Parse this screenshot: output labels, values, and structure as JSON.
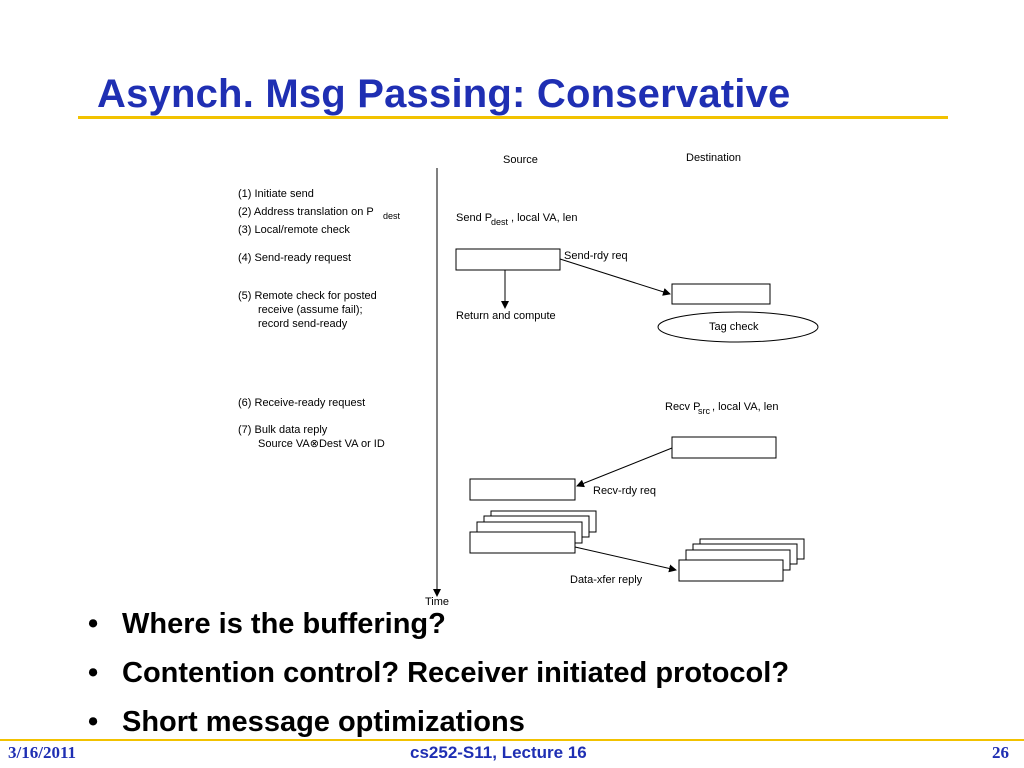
{
  "slide": {
    "title": "Asynch. Msg Passing: Conservative",
    "bullets": [
      "Where is the buffering?",
      "Contention control?  Receiver initiated protocol?",
      "Short message optimizations"
    ],
    "footer": {
      "date": "3/16/2011",
      "course": "cs252-S11, Lecture 16",
      "page": "26"
    }
  },
  "diagram": {
    "column_source": "Source",
    "column_destination": "Destination",
    "time_label": "Time",
    "steps": {
      "s1": "(1) Initiate send",
      "s2_main": "(2) Address translation on P",
      "s2_sub": "dest",
      "s3": "(3) Local/remote check",
      "s4": "(4) Send-ready request",
      "s5_line1": "(5) Remote check for posted",
      "s5_line2": "receive (assume fail);",
      "s5_line3": "record send-ready",
      "s6": "(6) Receive-ready request",
      "s7_line1": "(7) Bulk data reply",
      "s7_line2": "Source VA⊗Dest VA or ID"
    },
    "labels": {
      "send_main": "Send P",
      "send_sub": "dest",
      "send_rest": ", local VA, len",
      "send_rdy": "Send-rdy req",
      "return_compute": "Return and compute",
      "tag_check": "Tag check",
      "recv_main": "Recv P",
      "recv_sub": "src",
      "recv_rest": ", local VA, len",
      "recv_rdy": "Recv-rdy req",
      "data_xfer": "Data-xfer reply"
    }
  }
}
